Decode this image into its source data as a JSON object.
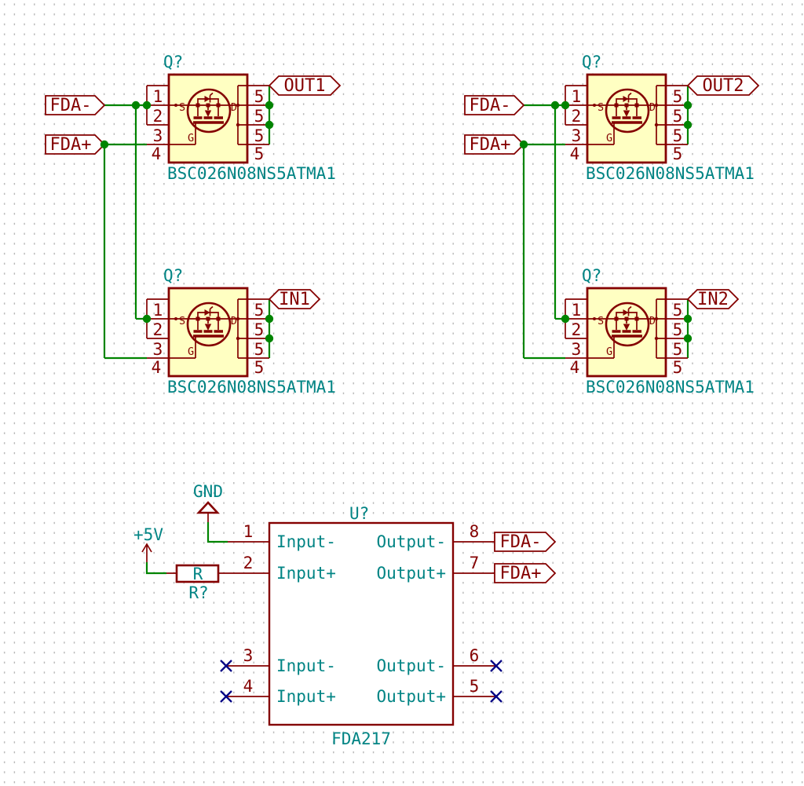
{
  "schematic": {
    "background": "#ffffff",
    "grid_dot_color": "#b6b6b6",
    "colors": {
      "wire": "#008400",
      "junction": "#008400",
      "symbol_outline": "#840000",
      "symbol_fill": "#FFFFC2",
      "field_text": "#008484",
      "pin_number_text": "#840000",
      "label_text": "#840000",
      "no_connect": "#000084"
    }
  },
  "mosfets": [
    {
      "reference": "Q?",
      "value": "BSC026N08NS5ATMA1",
      "position": "top-left"
    },
    {
      "reference": "Q?",
      "value": "BSC026N08NS5ATMA1",
      "position": "top-right"
    },
    {
      "reference": "Q?",
      "value": "BSC026N08NS5ATMA1",
      "position": "bottom-left"
    },
    {
      "reference": "Q?",
      "value": "BSC026N08NS5ATMA1",
      "position": "bottom-right"
    }
  ],
  "mosfet_pins": {
    "left": [
      "1",
      "2",
      "3",
      "4"
    ],
    "right": [
      "5",
      "5",
      "5",
      "5"
    ]
  },
  "mosfet_ports": {
    "source": "S",
    "drain": "D",
    "gate": "G"
  },
  "net_labels": {
    "fda_minus": "FDA-",
    "fda_plus": "FDA+",
    "out1": "OUT1",
    "out2": "OUT2",
    "in1": "IN1",
    "in2": "IN2"
  },
  "power": {
    "gnd": "GND",
    "plus5v": "+5V"
  },
  "resistor": {
    "reference": "R?",
    "value": "R"
  },
  "ic": {
    "reference": "U?",
    "value": "FDA217",
    "left_pins": [
      {
        "number": "1",
        "name": "Input-"
      },
      {
        "number": "2",
        "name": "Input+"
      },
      {
        "number": "3",
        "name": "Input-"
      },
      {
        "number": "4",
        "name": "Input+"
      }
    ],
    "right_pins": [
      {
        "number": "8",
        "name": "Output-"
      },
      {
        "number": "7",
        "name": "Output+"
      },
      {
        "number": "6",
        "name": "Output-"
      },
      {
        "number": "5",
        "name": "Output+"
      }
    ]
  }
}
